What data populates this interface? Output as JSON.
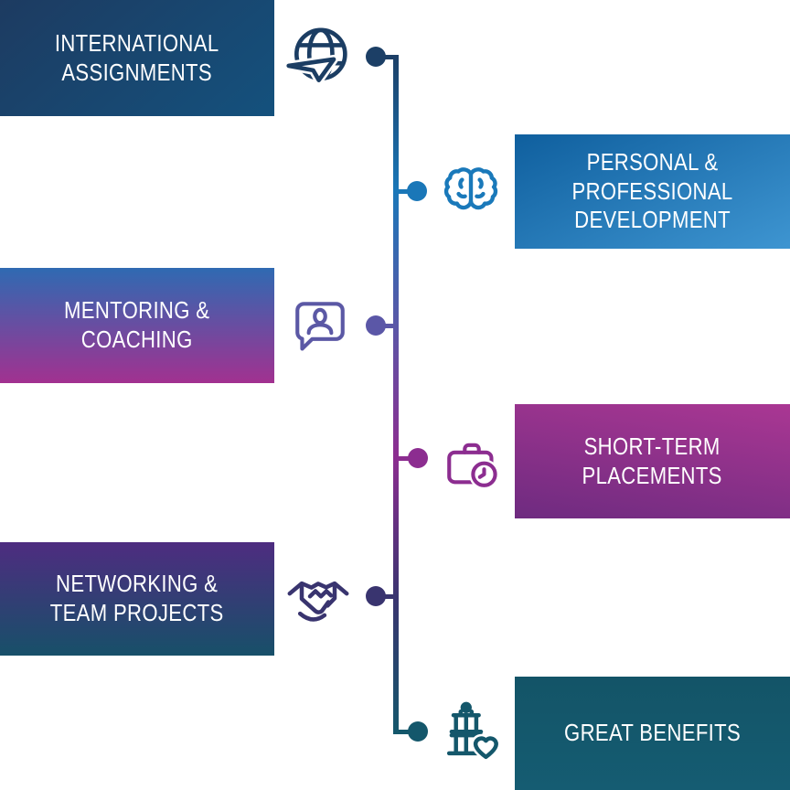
{
  "diagram": {
    "background_color": "#ffffff",
    "text_color": "#ffffff",
    "timeline_gradient": [
      "#1c3f66",
      "#1a77b8",
      "#5b57a7",
      "#8c2d90",
      "#39346f",
      "#14576b"
    ],
    "items": [
      {
        "id": "international-assignments",
        "side": "left",
        "label": "INTERNATIONAL ASSIGNMENTS",
        "lines": [
          "INTERNATIONAL",
          "ASSIGNMENTS"
        ],
        "icon": "globe-paper-plane-icon",
        "accent_color": "#1c3f66",
        "box_gradient": [
          "#1d3b61",
          "#14517d"
        ]
      },
      {
        "id": "personal-professional-development",
        "side": "right",
        "label": "PERSONAL & PROFESSIONAL DEVELOPMENT",
        "lines": [
          "PERSONAL &",
          "PROFESSIONAL",
          "DEVELOPMENT"
        ],
        "icon": "brain-icon",
        "accent_color": "#1a77b8",
        "box_gradient": [
          "#0f5f9e",
          "#3e95d1"
        ]
      },
      {
        "id": "mentoring-coaching",
        "side": "left",
        "label": "MENTORING & COACHING",
        "lines": [
          "MENTORING &",
          "COACHING"
        ],
        "icon": "chat-bubble-person-icon",
        "accent_color": "#5b57a7",
        "box_gradient": [
          "#2f6ab2",
          "#a23190"
        ]
      },
      {
        "id": "short-term-placements",
        "side": "right",
        "label": "SHORT-TERM PLACEMENTS",
        "lines": [
          "SHORT-TERM",
          "PLACEMENTS"
        ],
        "icon": "briefcase-clock-icon",
        "accent_color": "#8c2d90",
        "box_gradient": [
          "#aa3793",
          "#6e2b80"
        ]
      },
      {
        "id": "networking-team-projects",
        "side": "left",
        "label": "NETWORKING & TEAM PROJECTS",
        "lines": [
          "NETWORKING &",
          "TEAM PROJECTS"
        ],
        "icon": "handshake-icon",
        "accent_color": "#39346f",
        "box_gradient": [
          "#4e2c80",
          "#175069"
        ]
      },
      {
        "id": "great-benefits",
        "side": "right",
        "label": "GREAT BENEFITS",
        "lines": [
          "GREAT BENEFITS"
        ],
        "icon": "gift-heart-icon",
        "accent_color": "#14576b",
        "box_gradient": [
          "#135467",
          "#155c72"
        ]
      }
    ]
  }
}
